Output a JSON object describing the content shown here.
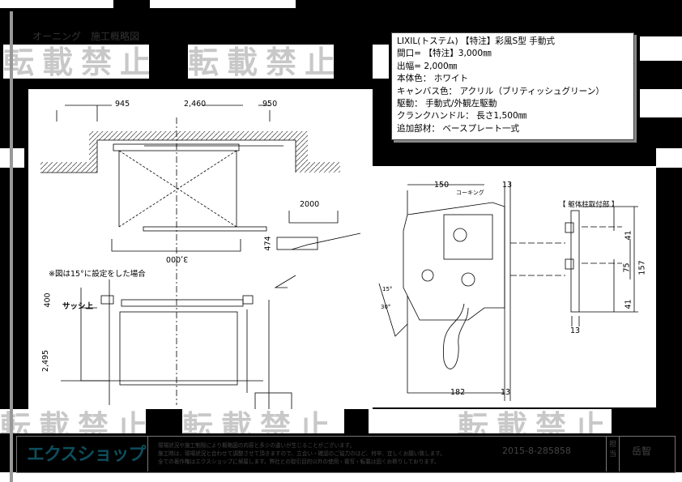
{
  "header": {
    "title": "オーニング　施工概略図"
  },
  "watermark": "転載禁止",
  "spec": {
    "lines": [
      "LIXIL(トステム) 【特注】彩風S型 手動式",
      "間口= 【特注】3,000㎜",
      "出幅= 2,000㎜",
      "本体色： ホワイト",
      "キャンバス色： アクリル（ブリティッシュグリーン）",
      "駆動： 手動式/外観左駆動",
      "クランクハンドル： 長さ1,500㎜",
      "追加部材： ベースプレート一式"
    ]
  },
  "plan": {
    "dim_left": "945",
    "dim_center": "2,460",
    "dim_right": "950",
    "dim_width": "3,000"
  },
  "side": {
    "dim_projection": "2000",
    "dim_height": "474"
  },
  "elevation": {
    "note": "※図は15°に設定をした場合",
    "dim_top": "400",
    "sash_label": "サッシ上",
    "dim_height": "2,495"
  },
  "detail": {
    "dim_150": "150",
    "dim_13_top": "13",
    "caulking": "コーキング",
    "angle_15": "15°",
    "angle_30": "30°",
    "dim_182": "182",
    "dim_13_bottom": "13"
  },
  "mount": {
    "title": "【 躯体柱取付部 】",
    "dim_41_top": "41",
    "dim_75": "75",
    "dim_157": "157",
    "dim_41_bottom": "41",
    "dim_13": "13"
  },
  "footer": {
    "logo": "エクスショップ",
    "notes": [
      "現場状況や施工制限により概略図の内容と多少の違いが生じることがございます。",
      "施工時は、現場状況と合わせて調整させて頂きますので、立会い・確認のご協力のほど、何卒、宜しくお願い致します。",
      "全ての著作権はエクスショップに帰属します。弊社との取引目的以外の使用・複写・転載は固くお断りしております。"
    ],
    "doc_number": "2015-8-285858",
    "staff_label": "担当",
    "staff_name": "岳智"
  }
}
